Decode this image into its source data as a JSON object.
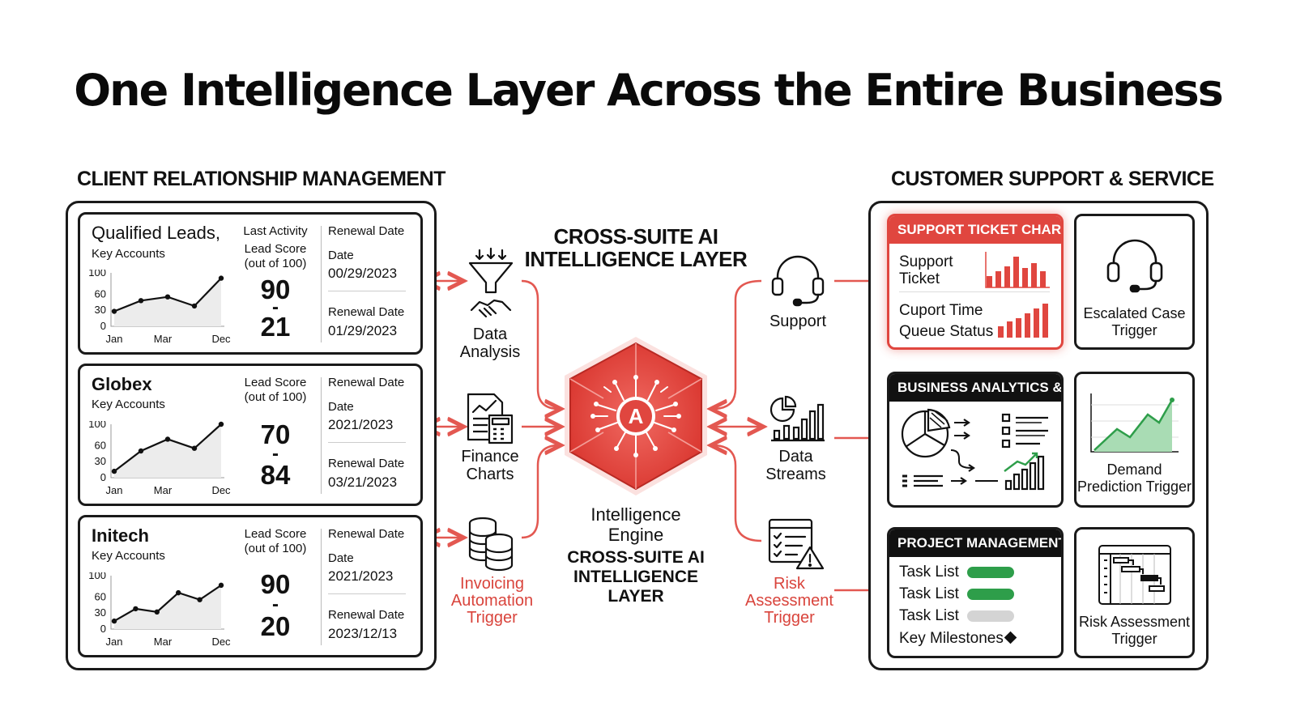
{
  "title": "One Intelligence Layer Across the Entire Business",
  "left_section": {
    "heading": "CLIENT RELATIONSHIP MANAGEMENT",
    "cards": [
      {
        "name": "Qualified Leads,",
        "subtitle": "Key Accounts",
        "activity_label": "Last Activity",
        "score_label_1": "Lead Score",
        "score_label_2": "(out of 100)",
        "score_top": "90",
        "score_dash": "-",
        "score_bottom": "21",
        "renewal_label": "Renewal Date",
        "date_label": "Date",
        "date_value": "00/29/2023",
        "renewal_label_2": "Renewal Date",
        "renewal_value": "01/29/2023",
        "chart": {
          "y_ticks": [
            "100",
            "60",
            "30",
            "0"
          ],
          "x_labels": [
            "Jan",
            "Mar",
            "Dec"
          ],
          "values": [
            28,
            48,
            55,
            38,
            90
          ],
          "ylim": [
            0,
            100
          ]
        }
      },
      {
        "name": "Globex",
        "subtitle": "Key Accounts",
        "activity_label": "",
        "score_label_1": "Lead Score",
        "score_label_2": "(out of 100)",
        "score_top": "70",
        "score_dash": "-",
        "score_bottom": "84",
        "renewal_label": "Renewal Date",
        "date_label": "Date",
        "date_value": "2021/2023",
        "renewal_label_2": "Renewal Date",
        "renewal_value": "03/21/2023",
        "chart": {
          "y_ticks": [
            "100",
            "60",
            "30",
            "0"
          ],
          "x_labels": [
            "Jan",
            "Mar",
            "Dec"
          ],
          "values": [
            12,
            50,
            72,
            55,
            100
          ],
          "ylim": [
            0,
            100
          ]
        }
      },
      {
        "name": "Initech",
        "subtitle": "Key Accounts",
        "activity_label": "",
        "score_label_1": "Lead Score",
        "score_label_2": "(out of 100)",
        "score_top": "90",
        "score_dash": "-",
        "score_bottom": "20",
        "renewal_label": "Renewal Date",
        "date_label": "Date",
        "date_value": "2021/2023",
        "renewal_label_2": "Renewal Date",
        "renewal_value": "2023/12/13",
        "chart": {
          "y_ticks": [
            "100",
            "60",
            "30",
            "0"
          ],
          "x_labels": [
            "Jan",
            "Mar",
            "Dec"
          ],
          "values": [
            15,
            38,
            32,
            68,
            55,
            82
          ],
          "ylim": [
            0,
            100
          ]
        }
      }
    ]
  },
  "center": {
    "title_line1": "CROSS-SUITE AI",
    "title_line2": "INTELLIGENCE LAYER",
    "engine_logo": "A",
    "engine_label_1": "Intelligence",
    "engine_label_2": "Engine",
    "engine_sub_1": "CROSS-SUITE AI",
    "engine_sub_2": "INTELLIGENCE",
    "engine_sub_3": "LAYER",
    "left_nodes": [
      {
        "line1": "Data",
        "line2": "Analysis",
        "line3": "",
        "icon": "funnel-handshake-icon"
      },
      {
        "line1": "Finance",
        "line2": "Charts",
        "line3": "",
        "icon": "finance-calculator-icon"
      },
      {
        "line1": "Invoicing",
        "line2": "Automation",
        "line3": "Trigger",
        "icon": "coins-stack-icon"
      }
    ],
    "right_nodes": [
      {
        "line1": "Support",
        "line2": "",
        "line3": "",
        "icon": "headset-icon"
      },
      {
        "line1": "Data",
        "line2": "Streams",
        "line3": "",
        "icon": "pie-bar-chart-icon"
      },
      {
        "line1": "Risk",
        "line2": "Assessment",
        "line3": "Trigger",
        "icon": "checklist-warning-icon"
      }
    ]
  },
  "right_section": {
    "heading": "CUSTOMER SUPPORT & SERVICE",
    "support_panel": {
      "header": "SUPPORT TICKET CHARTS",
      "row1_line1": "Support",
      "row1_line2": "Ticket",
      "row2_line1": "Cuport Time",
      "row2_line2": "Queue Status"
    },
    "analytics_panel": {
      "header": "BUSINESS ANALYTICS & BI"
    },
    "project_panel": {
      "header": "PROJECT MANAGEMENT",
      "tasks": [
        {
          "label": "Task List",
          "status_color": "#2e9e4a"
        },
        {
          "label": "Task List",
          "status_color": "#2e9e4a"
        },
        {
          "label": "Task List",
          "status_color": "#d4d4d4"
        }
      ],
      "milestone_label": "Key Milestones"
    },
    "triggers": [
      {
        "line1": "Escalated Case",
        "line2": "Trigger",
        "icon": "headset-icon"
      },
      {
        "line1": "Demand",
        "line2": "Prediction Trigger",
        "icon": "line-chart-icon"
      },
      {
        "line1": "Risk Assessment",
        "line2": "Trigger",
        "icon": "gantt-chart-icon"
      }
    ]
  },
  "colors": {
    "accent": "#e0463f",
    "dark": "#111111",
    "green": "#2e9e4a"
  }
}
